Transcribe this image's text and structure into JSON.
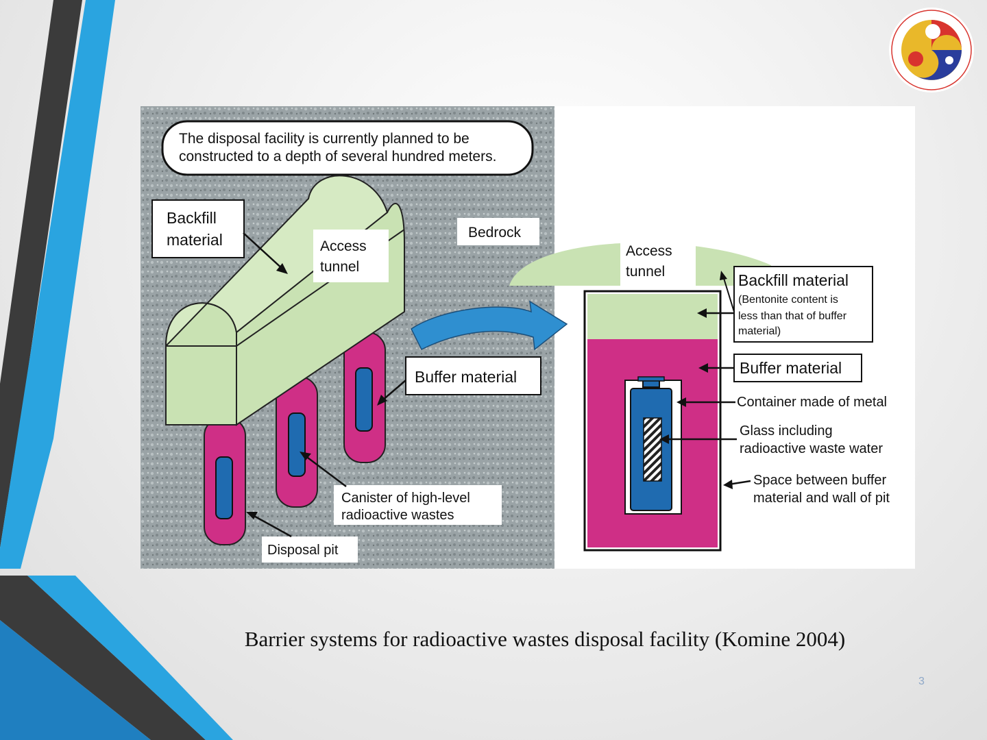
{
  "figure": {
    "top_note_line1": "The disposal facility is currently planned to be",
    "top_note_line2": "constructed to a depth of several hundred meters.",
    "left": {
      "backfill_line1": "Backfill",
      "backfill_line2": "material",
      "access_line1": "Access",
      "access_line2": "tunnel",
      "bedrock": "Bedrock",
      "buffer": "Buffer material",
      "canister_line1": "Canister of high-level",
      "canister_line2": "radioactive wastes",
      "disposal_pit": "Disposal pit"
    },
    "right": {
      "access_line1": "Access",
      "access_line2": "tunnel",
      "backfill_title": "Backfill material",
      "backfill_note_line1": "(Bentonite content is",
      "backfill_note_line2": "less than that of buffer",
      "backfill_note_line3": "material)",
      "buffer": "Buffer material",
      "container": "Container made of metal",
      "glass_line1": "Glass including",
      "glass_line2": "radioactive waste water",
      "space_line1": "Space between buffer",
      "space_line2": "material and wall of pit"
    }
  },
  "caption": "Barrier systems for radioactive wastes disposal facility (Komine 2004)",
  "page_number": "3",
  "colors": {
    "accent_blue": "#2aa4e0",
    "dark_stripe": "#3e3e3e",
    "tunnel_green": "#c9e2b3",
    "buffer_magenta": "#cf2f86",
    "canister_blue": "#1f6bb0",
    "bedrock_gray": "#9aa2a4"
  }
}
